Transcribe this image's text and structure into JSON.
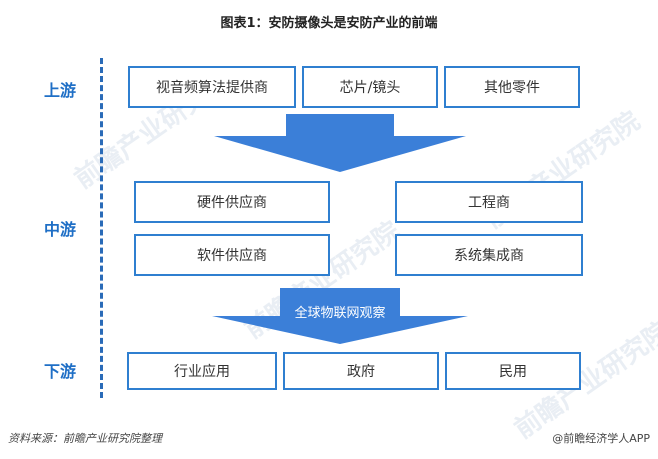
{
  "title": "图表1：安防摄像头是安防产业的前端",
  "stages": {
    "upstream": "上游",
    "midstream": "中游",
    "downstream": "下游"
  },
  "upstream_boxes": [
    "视音频算法提供商",
    "芯片/镜头",
    "其他零件"
  ],
  "midstream_left": [
    "硬件供应商",
    "软件供应商"
  ],
  "midstream_right": [
    "工程商",
    "系统集成商"
  ],
  "arrow2_label": "全球物联网观察",
  "downstream_boxes": [
    "行业应用",
    "政府",
    "民用"
  ],
  "footer": {
    "source": "资料来源：前瞻产业研究院整理",
    "brand": "@前瞻经济学人APP"
  },
  "watermark": "前瞻产业研究院",
  "colors": {
    "accent": "#1f6fc6",
    "box_border": "#2f7fd0",
    "arrow": "#3b7fd8"
  }
}
